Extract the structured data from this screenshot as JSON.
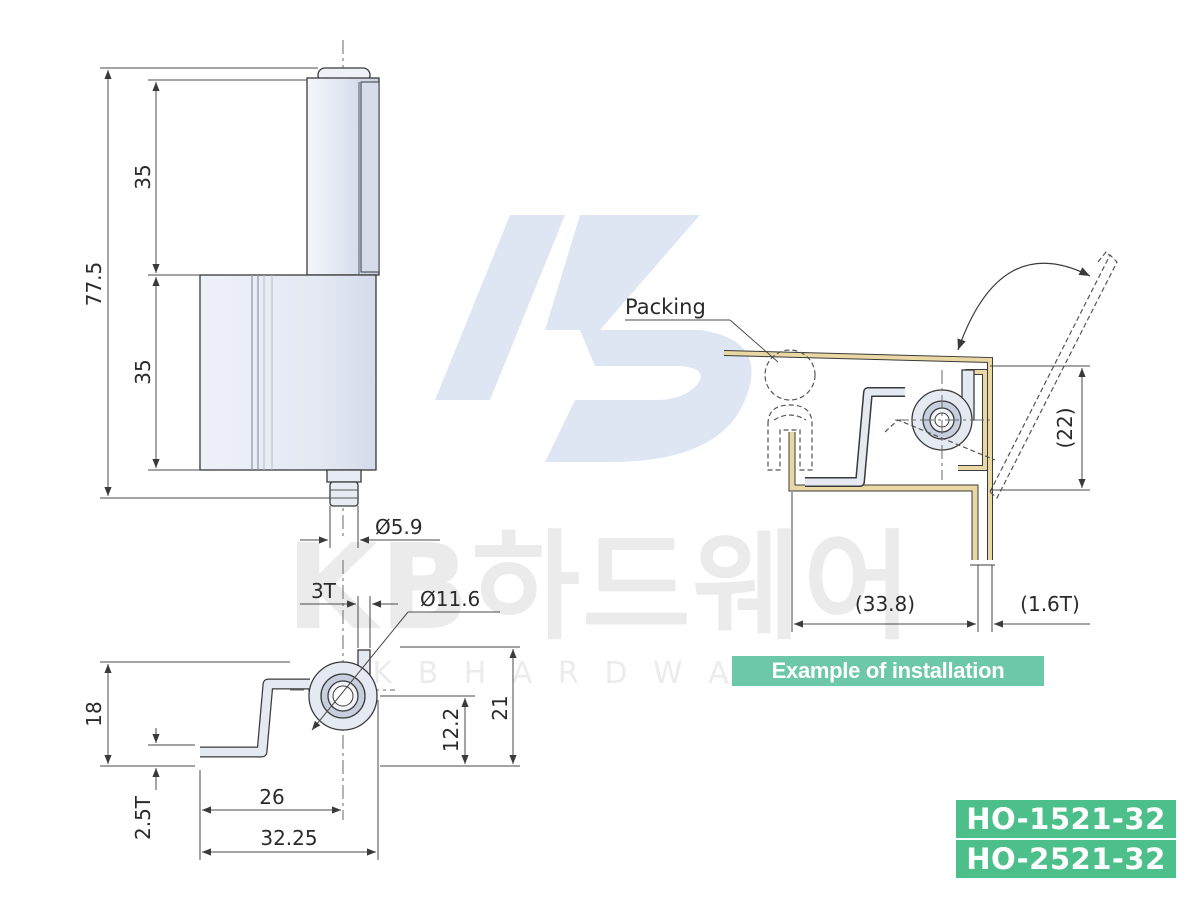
{
  "watermark": {
    "logo": "KB",
    "brand_korean": "KB하드웨어",
    "brand_english": "K B   H A R D W A R E"
  },
  "front_view": {
    "dim_total_height": "77.5",
    "dim_upper": "35",
    "dim_lower": "35",
    "dim_pin_diameter": "Ø5.9"
  },
  "side_view": {
    "dim_thickness": "3T",
    "dim_barrel_diameter": "Ø11.6",
    "dim_height": "18",
    "dim_plate_thickness": "2.5T",
    "dim_center_height": "12.2",
    "dim_overall_height": "21",
    "dim_center_offset": "26",
    "dim_overall_width": "32.25"
  },
  "installation": {
    "packing_label": "Packing",
    "dim_height": "(22)",
    "dim_width": "(33.8)",
    "dim_sheet_thickness": "(1.6T)",
    "caption": "Example of installation"
  },
  "model_codes": [
    "HO-1521-32",
    "HO-2521-32"
  ],
  "colors": {
    "metal": "#dde3ef",
    "door_panel": "#e9d7a4",
    "banner": "#6cc8a8",
    "code_badge": "#4cbf8a",
    "watermark": "#dde6f2"
  }
}
